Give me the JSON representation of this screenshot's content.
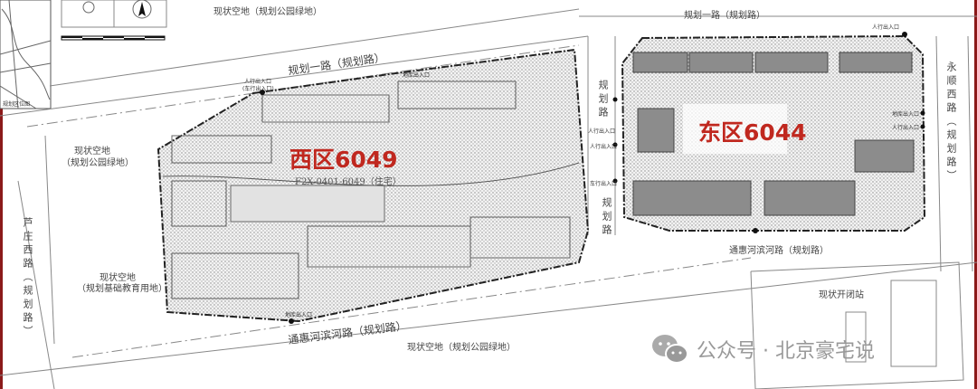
{
  "inset": {
    "location_map_label": "规划区位图"
  },
  "west": {
    "zone_label": "西区6049",
    "parcel_code": "F2X-0401-6049（住宅）",
    "north_road": "规划一路（规划路）",
    "south_road": "通惠河滨河路（规划路）",
    "west_road": "芦庄西路（规划路）",
    "entrance_north_1": "人行出入口",
    "entrance_north_2": "(车行出入口)",
    "entrance_north_3": "地库出入口",
    "entrance_south": "地库出入口"
  },
  "east": {
    "zone_label": "东区6044",
    "north_road": "规划一路（规划路）",
    "south_road": "通惠河滨河路（规划路）",
    "east_road": "永顺西路（规划路）",
    "west_road": "规划路",
    "west_road_lower": "规划路",
    "entrance_ne": "人行出入口",
    "entrance_w1": "人行出入口",
    "entrance_w2": "人行出入口",
    "entrance_w3": "车行出入口",
    "entrance_e1": "人行出入口",
    "entrance_e2": "地库出入口"
  },
  "surroundings": {
    "top_land": "现状空地（规划公园绿地）",
    "left_land_1": "现状空地",
    "left_land_2": "（规划公园绿地）",
    "sw_land_1": "现状空地",
    "sw_land_2": "（规划基础教育用地）",
    "bottom_land": "现状空地（规划公园绿地）",
    "station": "现状开闭站"
  },
  "watermark": {
    "text": "公众号 · 北京豪宅说"
  },
  "colors": {
    "zone_red": "#c0281f",
    "edge": "#8b1a1a"
  }
}
